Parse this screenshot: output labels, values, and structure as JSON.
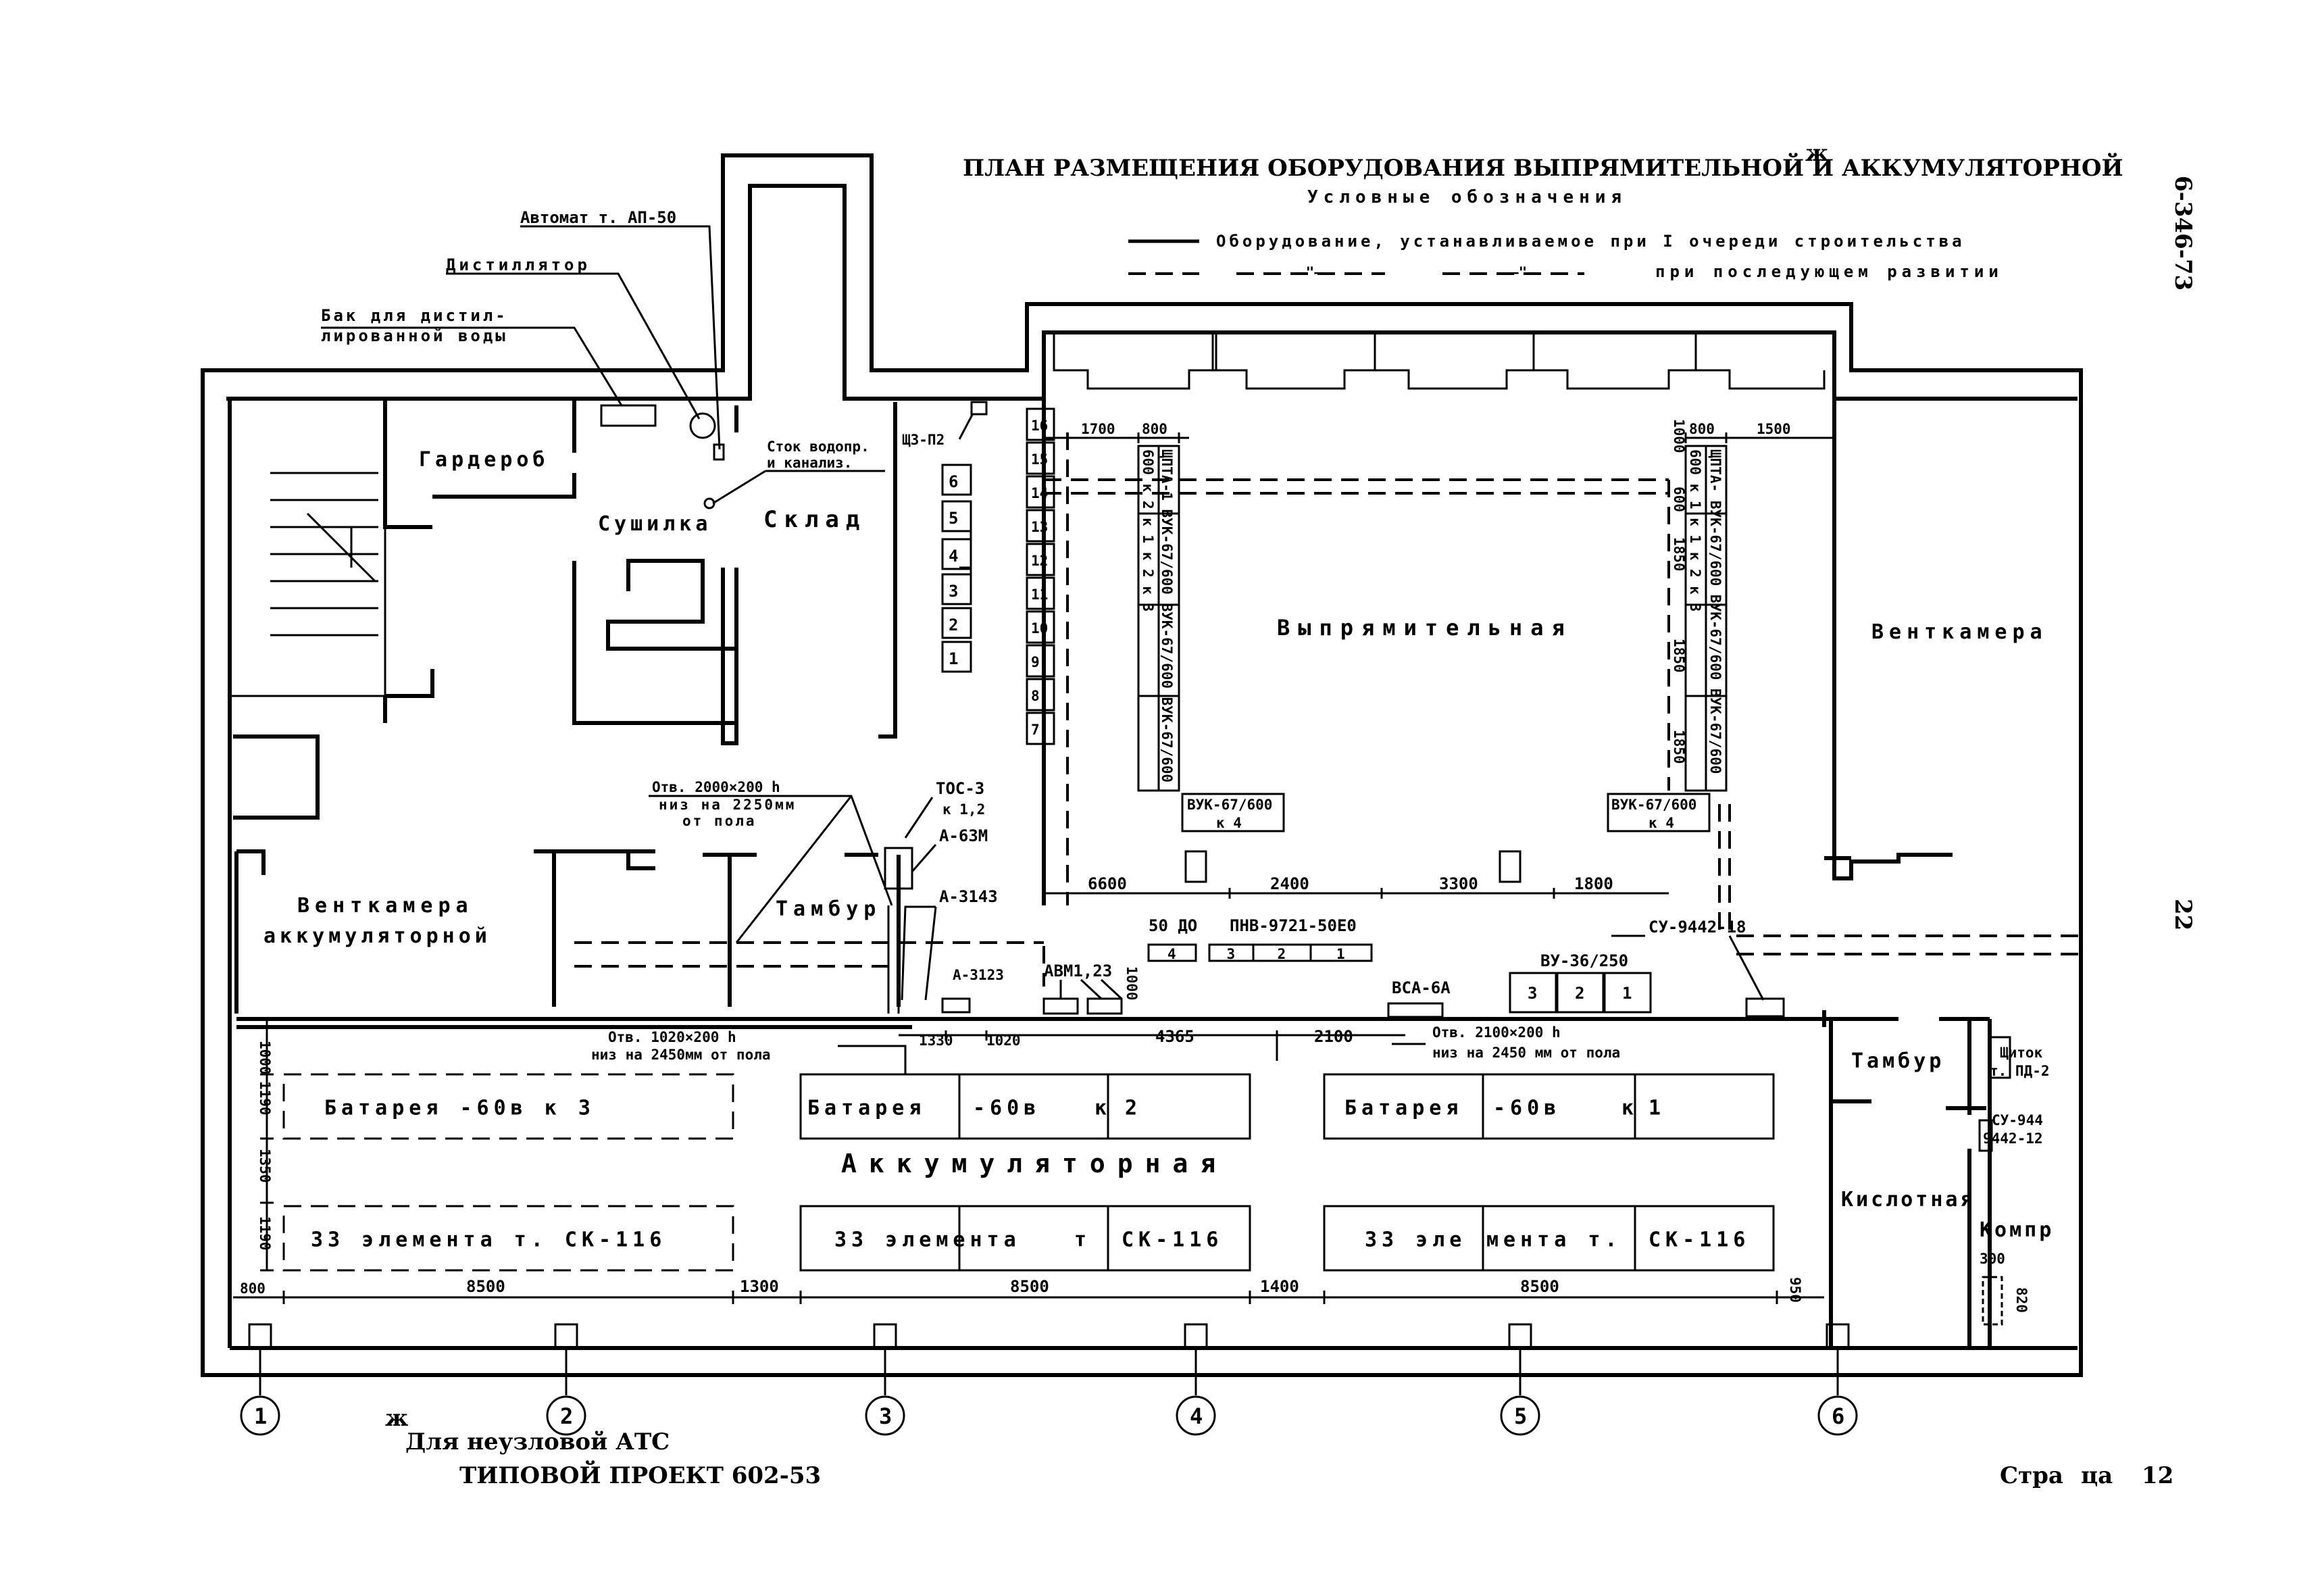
{
  "header": {
    "title": "ПЛАН РАЗМЕЩЕНИЯ ОБОРУДОВАНИЯ ВЫПРЯМИТЕЛЬНОЙ И АККУМУЛЯТОРНОЙ",
    "title_mark": "ж",
    "legend_title": "Условные обозначения",
    "legend_line1": "Оборудование, устанавливаемое при I очереди строительства",
    "legend_line2_mark": "—\"—",
    "legend_line2": "при последующем развитии",
    "doc_code": "6-346-73",
    "sheet_number": "22"
  },
  "footer": {
    "note_mark": "ж",
    "note": "Для неузловой АТС",
    "project": "ТИПОВОЙ ПРОЕКТ 602-53",
    "page_label": "Стра",
    "page_label_tail": "ца",
    "page_number": "12"
  },
  "rooms": {
    "garderob": "Гардероб",
    "sushilka": "Сушилка",
    "sklad": "Склад",
    "vypr": "Выпрямительная",
    "ventkamera": "Венткамера",
    "ventkamera_akk1": "Венткамера",
    "ventkamera_akk2": "аккумуляторной",
    "tambur1": "Тамбур",
    "tambur2": "Тамбур",
    "akkum": "Аккумуляторная",
    "kislot": "Кислотная",
    "kompr": "Компр"
  },
  "callouts": {
    "avtomat": "Автомат т. АП-50",
    "distillator": "Дистиллятор",
    "bak1": "Бак для дистил-",
    "bak2": "лированной воды",
    "stok1": "Сток водопр.",
    "stok2": "и канализ.",
    "shch3": "ЩЗ-П2",
    "otv1_1": "Отв. 2000×200 h",
    "otv1_2": "низ на 2250мм",
    "otv1_3": "от пола",
    "toc1": "ТОС-3",
    "toc2": "к 1,2",
    "a63": "А-63М",
    "a3143": "А-3143",
    "a3123": "А-3123",
    "avm": "АВМ1,23",
    "otv2_1": "Отв. 1020×200 h",
    "otv2_2": "низ на 2450мм от пола",
    "otv3_1": "Отв. 2100×200 h",
    "otv3_2": "низ на 2450 мм от пола",
    "su9442": "СУ-9442-18",
    "vu36": "ВУ-36/250",
    "vca": "ВСА-6А",
    "pnv": "ПНВ-9721-50Е0",
    "do50": "50 ДО",
    "shchitok1": "Щиток",
    "shchitok2": "т. ПД-2",
    "su944_1": "СУ-944",
    "su944_2": "9442-12",
    "vuk_left": "ВУК-67/600",
    "vuk_left_k": "к 4",
    "vuk_right": "ВУК-67/600",
    "vuk_right_k": "к 4"
  },
  "rack_numbers": [
    "16",
    "15",
    "14",
    "13",
    "12",
    "11",
    "10",
    "9",
    "8",
    "7"
  ],
  "cabinet_numbers": [
    "6",
    "5",
    "4",
    "3",
    "2",
    "1"
  ],
  "vertical_labels": {
    "left_col": "ЩПТА-1 ВУК-67/600 ВУК-67/600 ВУК-67/600",
    "left_sub": "600 к 2   к 1   к 2   к 3",
    "right_col": "ЩПТА- ВУК-67/600 ВУК-67/600 ВУК-67/600",
    "right_sub": "600 к 1   к 1   к 2   к 3"
  },
  "batteries": {
    "b3": [
      "Батарея",
      "-60в",
      "к 3"
    ],
    "b2": [
      "Батарея",
      "-60в",
      "к",
      "2"
    ],
    "b1": [
      "Батарея",
      "-60в",
      "к",
      "1"
    ],
    "e3": [
      "33 элемента т. СК-116"
    ],
    "e2": [
      "33 элемента",
      "т",
      "СК-116"
    ],
    "e1": [
      "33 эле",
      "мента т.",
      "СК-116"
    ]
  },
  "dimensions": {
    "d1700": "1700",
    "d800a": "800",
    "d800b": "800",
    "d1500": "1500",
    "d1000a": "1000",
    "d1850a": "1850",
    "d1850b": "1850",
    "d1850c": "1850",
    "d6600": "6600",
    "d2400": "2400",
    "d3300": "3300",
    "d1800": "1800",
    "d1330": "1330",
    "d1020": "1020",
    "d4365": "4365",
    "d2100": "2100",
    "d1000b": "1000",
    "d1190a": "1190",
    "d1350": "1350",
    "d1190b": "1190",
    "d800c": "800",
    "d8500a": "8500",
    "d1300": "1300",
    "d8500b": "8500",
    "d1400": "1400",
    "d8500c": "8500",
    "d950": "950",
    "d300": "300",
    "d820": "820",
    "d1000c": "1000",
    "d1000d": "1000",
    "d600": "600"
  },
  "axes": [
    "1",
    "2",
    "3",
    "4",
    "5",
    "6"
  ],
  "colors": {
    "ink": "#000000",
    "paper": "#ffffff"
  }
}
